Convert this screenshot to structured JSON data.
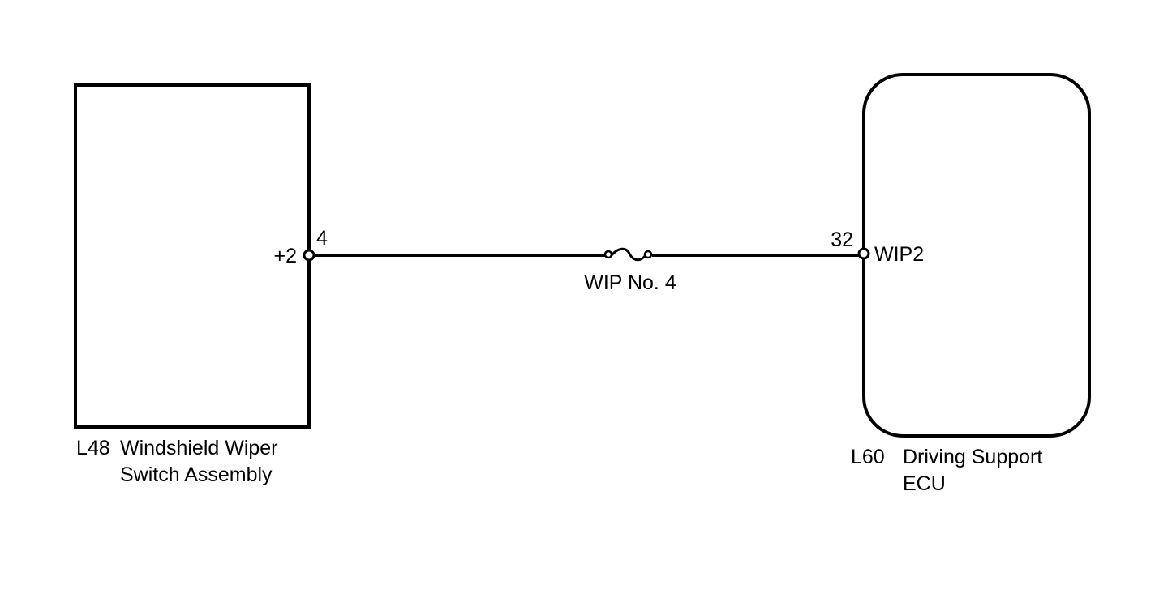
{
  "components": {
    "switch": {
      "connector": "L48",
      "name_line1": "Windshield Wiper",
      "name_line2": "Switch Assembly",
      "pin_number": "4",
      "pin_name": "+2"
    },
    "ecu": {
      "connector": "L60",
      "name_line1": "Driving Support",
      "name_line2": "ECU",
      "pin_number": "32",
      "pin_name": "WIP2"
    }
  },
  "wire": {
    "fuse_label": "WIP No. 4"
  },
  "colors": {
    "line": "#000000",
    "background": "#ffffff"
  }
}
